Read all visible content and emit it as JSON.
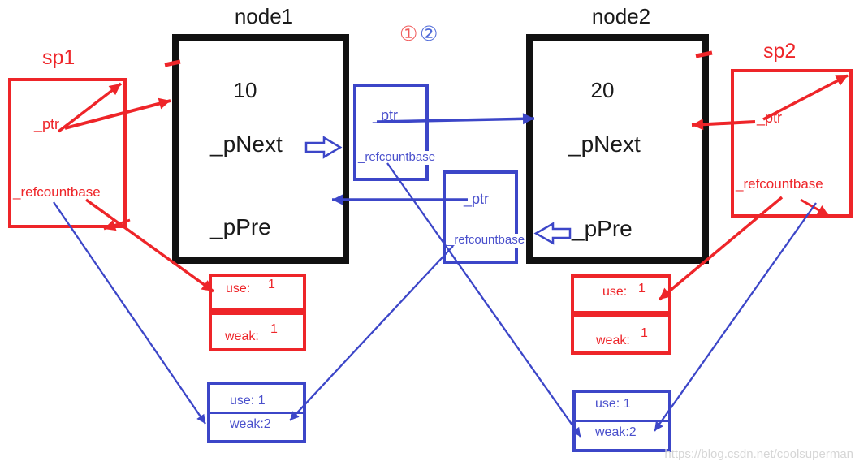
{
  "colors": {
    "red": "#ee2529",
    "blue": "#3c46c8",
    "black": "#111111",
    "watermark_gray": "#d6d6d6"
  },
  "annotations": {
    "step1": "①",
    "step2": "②"
  },
  "nodes": [
    {
      "title": "node1",
      "value": "10",
      "next_label": "_pNext",
      "pre_label": "_pPre"
    },
    {
      "title": "node2",
      "value": "20",
      "next_label": "_pNext",
      "pre_label": "_pPre"
    }
  ],
  "shared_ptrs": [
    {
      "title": "sp1",
      "ptr_label": "_ptr",
      "refcount_label": "_refcountbase"
    },
    {
      "title": "sp2",
      "ptr_label": "_ptr",
      "refcount_label": "_refcountbase"
    }
  ],
  "weak_ref_blocks": [
    {
      "ptr_label": "_ptr",
      "refcount_label": "_refcountbase"
    },
    {
      "ptr_label": "_ptr",
      "refcount_label": "_refcountbase"
    }
  ],
  "strong_counts": [
    {
      "use_label": "use:",
      "use_value": "1",
      "weak_label": "weak:",
      "weak_value": "1"
    },
    {
      "use_label": "use:",
      "use_value": "1",
      "weak_label": "weak:",
      "weak_value": "1"
    }
  ],
  "weak_counts": [
    {
      "use_text": "use: 1",
      "weak_text": "weak:2"
    },
    {
      "use_text": "use: 1",
      "weak_text": "weak:2"
    }
  ],
  "watermark": "https://blog.csdn.net/coolsuperman"
}
